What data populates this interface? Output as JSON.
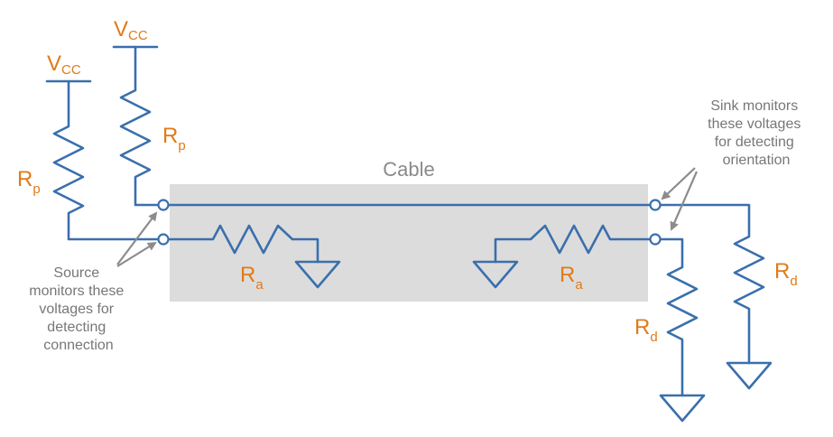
{
  "labels": {
    "cable": "Cable",
    "vcc_main": "V",
    "vcc_sub": "CC",
    "rp_main": "R",
    "rp_sub": "p",
    "ra_main": "R",
    "ra_sub": "a",
    "rd_main": "R",
    "rd_sub": "d"
  },
  "notes": {
    "source": [
      "Source",
      "monitors these",
      "voltages for",
      "detecting",
      "connection"
    ],
    "sink": [
      "Sink monitors",
      "these voltages",
      "for detecting",
      "orientation"
    ]
  },
  "colors": {
    "wire": "#3a6fad",
    "label": "#e07b17",
    "cable_fill": "#dcdcdc",
    "note": "#777777"
  }
}
